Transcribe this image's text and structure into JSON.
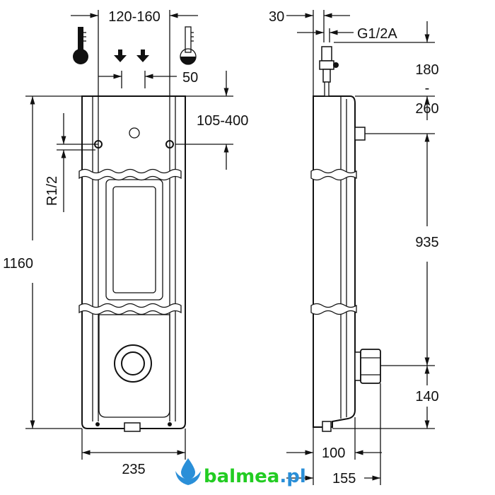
{
  "dimensions": {
    "hot_cold_spacing": "120-160",
    "inlet_spacing": "50",
    "connection_height": "105-400",
    "connection_thread": "R1/2",
    "total_height": "1160",
    "width": "235",
    "valve_offset": "30",
    "valve_thread": "G1/2A",
    "top_range_a": "180",
    "top_range_sep": "-",
    "top_range_b": "260",
    "middle_height": "935",
    "bottom_height": "140",
    "depth": "100",
    "total_depth": "155"
  },
  "logo": {
    "text_main": "balmea",
    "text_dot": ".",
    "text_tld": "pl",
    "colors": {
      "green": "#22cc22",
      "blue": "#2a8fd8"
    }
  }
}
